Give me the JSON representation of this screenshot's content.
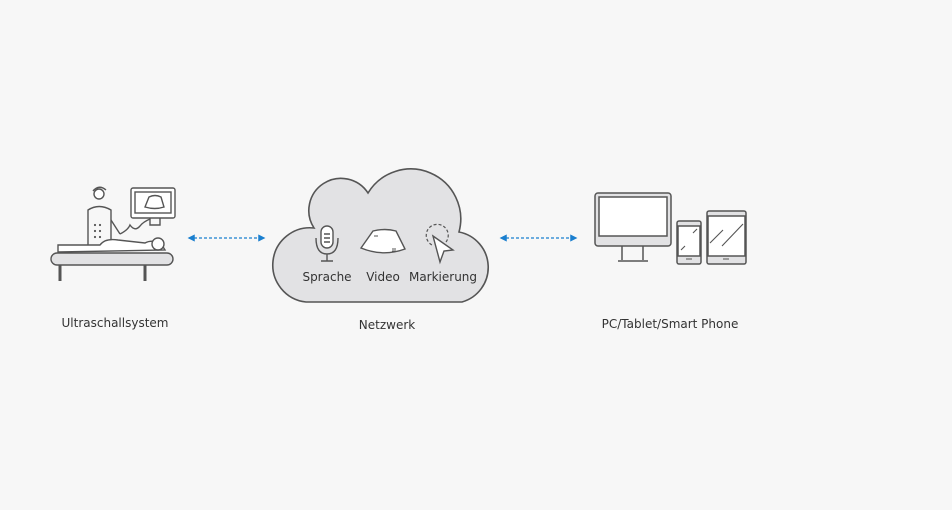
{
  "nodes": {
    "ultrasound": {
      "label": "Ultraschallsystem",
      "icon": "ultrasound-exam-icon"
    },
    "network": {
      "label": "Netzwerk",
      "icon": "cloud-icon",
      "features": [
        {
          "label": "Sprache",
          "icon": "microphone-icon"
        },
        {
          "label": "Video",
          "icon": "ultrasound-image-icon"
        },
        {
          "label": "Markierung",
          "icon": "cursor-pointer-icon"
        }
      ]
    },
    "devices": {
      "label": "PC/Tablet/Smart Phone",
      "icon": "devices-icon"
    }
  },
  "colors": {
    "arrow": "#1a7fcf",
    "stroke": "#555555",
    "cloud_fill": "#e2e2e4",
    "background": "#f7f7f7"
  }
}
